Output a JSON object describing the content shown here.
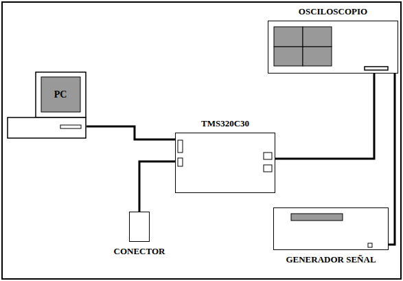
{
  "diagram": {
    "nodes": [
      {
        "text": [
          "OSCILOSCOPIO"
        ]
      },
      {
        "text": [
          "PC"
        ]
      },
      {
        "text": [
          "TMS320C30"
        ]
      },
      {
        "text": [
          "CONECTOR"
        ]
      },
      {
        "text": [
          "GENERADOR SEÑAL"
        ]
      }
    ],
    "edges": [
      {
        "from": 1,
        "to": 2,
        "arrow": "none"
      },
      {
        "from": 2,
        "to": 3,
        "arrow": "none"
      },
      {
        "from": 2,
        "to": 0,
        "arrow": "none"
      },
      {
        "from": 4,
        "to": 0,
        "arrow": "none"
      }
    ]
  }
}
